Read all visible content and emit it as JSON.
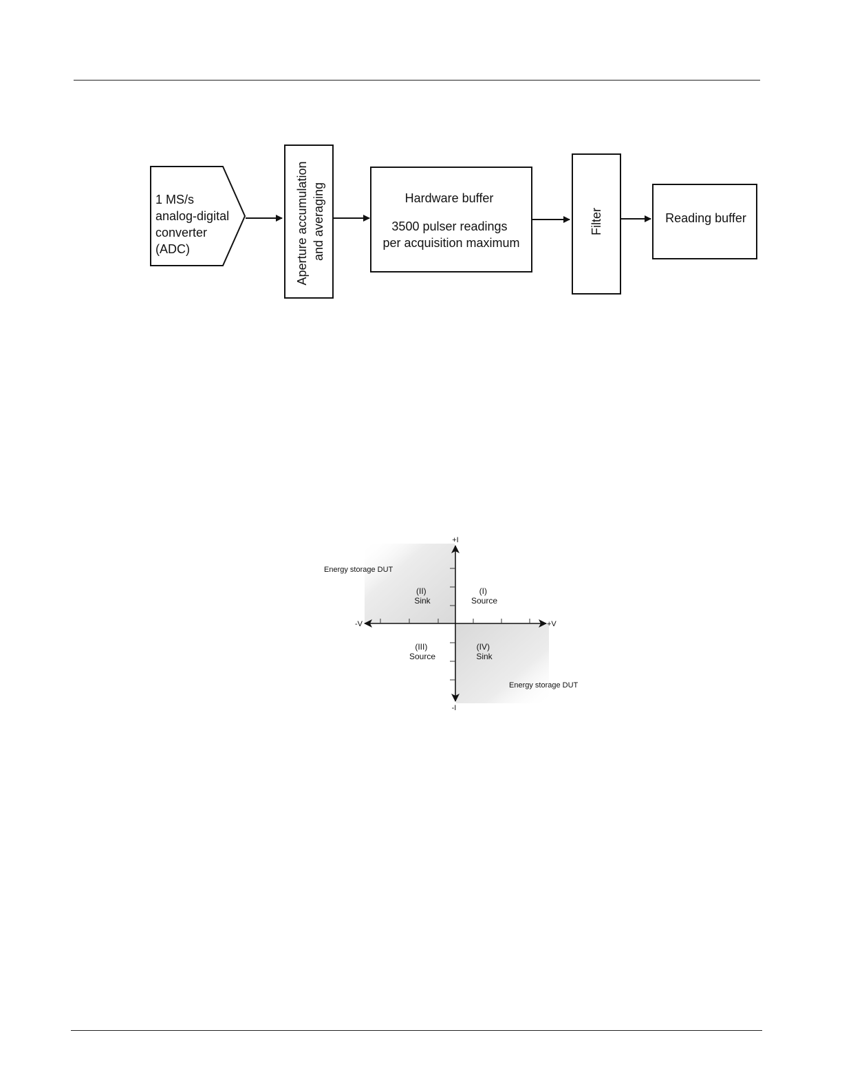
{
  "block_diagram": {
    "adc_lines": [
      "1 MS/s",
      "analog-digital",
      "converter",
      "(ADC)"
    ],
    "aperture_lines": [
      "Aperture accumulation",
      "and averaging"
    ],
    "hw_buffer_title": "Hardware buffer",
    "hw_buffer_lines": [
      "3500 pulser readings",
      "per acquisition maximum"
    ],
    "filter_label": "Filter",
    "reading_buffer_label": "Reading buffer"
  },
  "quadrant_diagram": {
    "axis_plus_i": "+I",
    "axis_minus_i": "-I",
    "axis_plus_v": "+V",
    "axis_minus_v": "-V",
    "q1": [
      "(I)",
      "Source"
    ],
    "q2": [
      "(II)",
      "Sink"
    ],
    "q3": [
      "(III)",
      "Source"
    ],
    "q4": [
      "(IV)",
      "Sink"
    ],
    "energy_storage_top": "Energy storage DUT",
    "energy_storage_bottom": "Energy storage DUT"
  }
}
